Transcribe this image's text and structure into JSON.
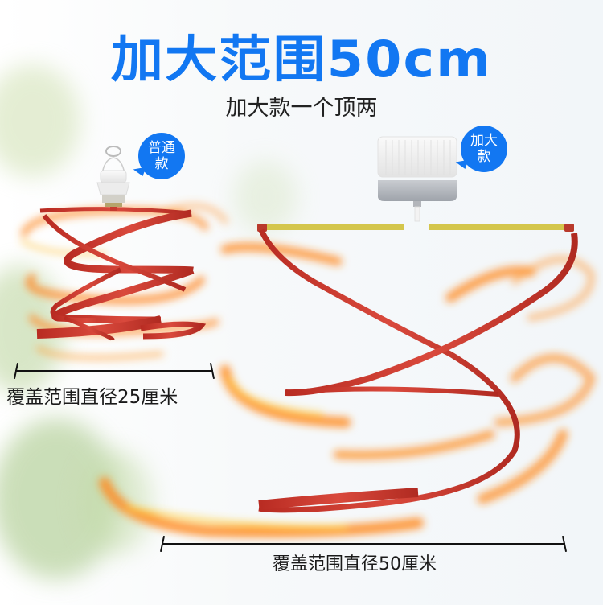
{
  "headline": {
    "title": "加大范围50cm",
    "subtitle": "加大款一个顶两",
    "title_color": "#1277f2"
  },
  "products": [
    {
      "id": "standard",
      "badge": [
        "普通",
        "款"
      ],
      "dimension_label": "覆盖范围直径25厘米"
    },
    {
      "id": "large",
      "badge": [
        "加大",
        "款"
      ],
      "dimension_label": "覆盖范围直径50厘米"
    }
  ],
  "colors": {
    "accent_blue": "#1277f2",
    "ribbon_red": "#c8362b",
    "glow_orange": "#ff8a2a",
    "rod_yellow": "#d4c64c"
  }
}
